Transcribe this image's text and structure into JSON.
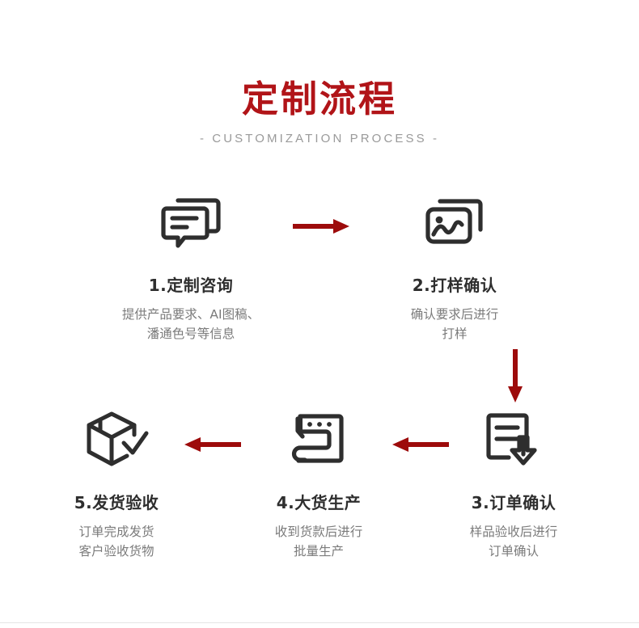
{
  "header": {
    "title": "定制流程",
    "subtitle": "-  CUSTOMIZATION PROCESS  -"
  },
  "colors": {
    "accent_red": "#b11418",
    "arrow_red": "#9d0b0b",
    "icon_dark": "#2e2e2e",
    "title_dark": "#2e2e2e",
    "desc_gray": "#7b7b7b",
    "subtitle_gray": "#9a9a9a",
    "background": "#ffffff",
    "divider": "#e6e6e6"
  },
  "steps": [
    {
      "id": "step-1",
      "icon": "chat-bubbles-icon",
      "title": "1.定制咨询",
      "desc_lines": [
        "提供产品要求、AI图稿、",
        "潘通色号等信息"
      ]
    },
    {
      "id": "step-2",
      "icon": "image-photos-icon",
      "title": "2.打样确认",
      "desc_lines": [
        "确认要求后进行",
        "打样"
      ]
    },
    {
      "id": "step-3",
      "icon": "document-download-icon",
      "title": "3.订单确认",
      "desc_lines": [
        "样品验收后进行",
        "订单确认"
      ]
    },
    {
      "id": "step-4",
      "icon": "sewing-machine-icon",
      "title": "4.大货生产",
      "desc_lines": [
        "收到货款后进行",
        "批量生产"
      ]
    },
    {
      "id": "step-5",
      "icon": "package-check-icon",
      "title": "5.发货验收",
      "desc_lines": [
        "订单完成发货",
        "客户验收货物"
      ]
    }
  ],
  "arrows": [
    {
      "id": "arrow-step1-to-step2",
      "direction": "right",
      "icon": "arrow-right-icon"
    },
    {
      "id": "arrow-step2-to-step3",
      "direction": "down",
      "icon": "arrow-down-icon"
    },
    {
      "id": "arrow-step3-to-step4",
      "direction": "left",
      "icon": "arrow-left-icon"
    },
    {
      "id": "arrow-step4-to-step5",
      "direction": "left",
      "icon": "arrow-left-icon"
    }
  ]
}
